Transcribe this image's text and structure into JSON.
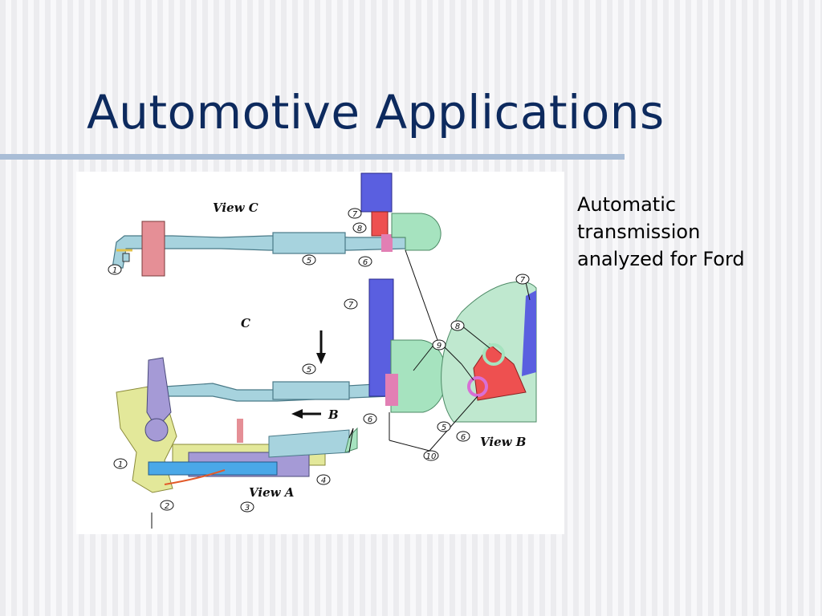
{
  "slide": {
    "title": "Automotive Applications",
    "caption_lines": [
      "Automatic",
      "transmission",
      "analyzed for Ford"
    ]
  },
  "figure": {
    "view_labels": {
      "view_c": "View C",
      "view_b": "View B",
      "view_a": "View A"
    },
    "arrow_labels": {
      "c": "C",
      "b": "B"
    },
    "callouts": {
      "one_top": "1",
      "five_top": "5",
      "six_top": "6",
      "seven_top": "7",
      "eight_top": "8",
      "seven_mid": "7",
      "five_mid": "5",
      "six_mid": "6",
      "nine": "9",
      "seven_right": "7",
      "eight_right": "8",
      "five_right": "5",
      "six_right": "6",
      "ten": "10",
      "one_bottom": "1",
      "two": "2",
      "three": "3",
      "four": "4"
    },
    "colors": {
      "shaft": "#a7d3de",
      "block": "#5a5fe0",
      "red": "#ee5050",
      "green": "#a6e3bf",
      "yellow": "#e3e89a",
      "purple": "#a59ad6",
      "pink": "#e27fb4"
    }
  }
}
